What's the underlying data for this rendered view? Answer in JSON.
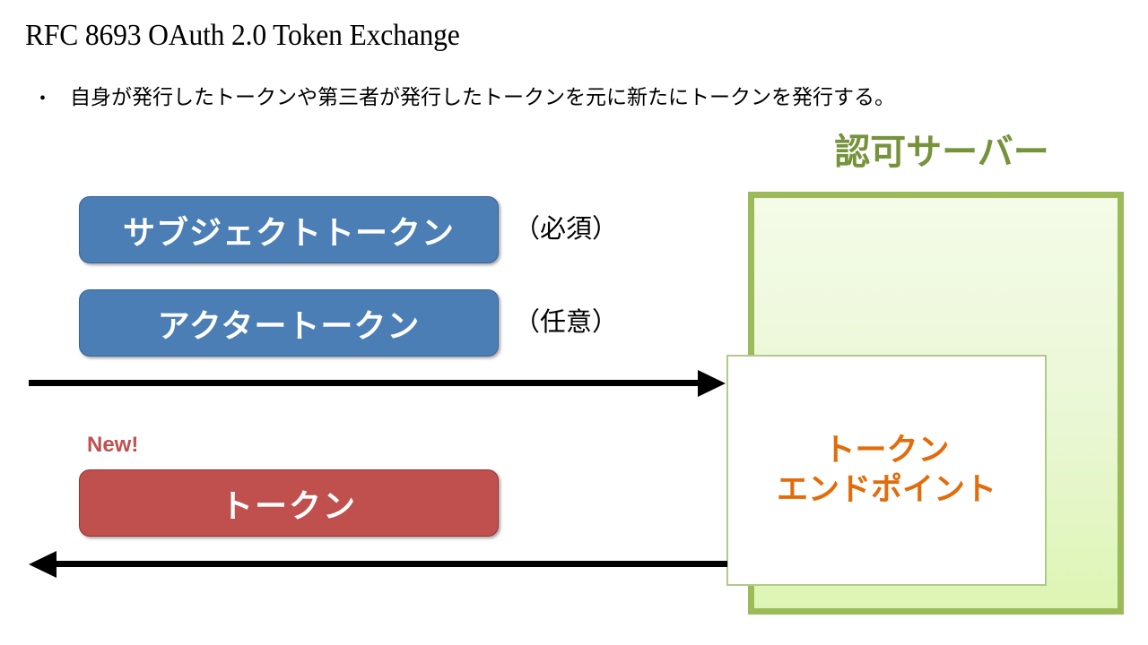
{
  "slide": {
    "title": "RFC 8693 OAuth 2.0 Token Exchange",
    "bullets": [
      {
        "marker": "•",
        "text": "自身が発行したトークンや第三者が発行したトークンを元に新たにトークンを発行する。"
      }
    ]
  },
  "server": {
    "label": "認可サーバー",
    "label_color": "#76933C",
    "box_border_color": "#9BBB59",
    "box_fill_top": "#F4FBE8",
    "box_fill_bottom": "#DDF5B4",
    "endpoint": {
      "text": "トークン\nエンドポイント",
      "text_color": "#E36C0A",
      "fill": "#FFFFFF"
    }
  },
  "tokens": {
    "subject": {
      "label": "サブジェクトトークン",
      "note": "（必須）",
      "color": "#4A7EB5"
    },
    "actor": {
      "label": "アクタートークン",
      "note": "（任意）",
      "color": "#4A7EB5"
    },
    "issued": {
      "badge": "New!",
      "label": "トークン",
      "color": "#C0504D"
    }
  },
  "arrows": {
    "request": {
      "direction": "right",
      "color": "#000000"
    },
    "response": {
      "direction": "left",
      "color": "#000000"
    }
  }
}
